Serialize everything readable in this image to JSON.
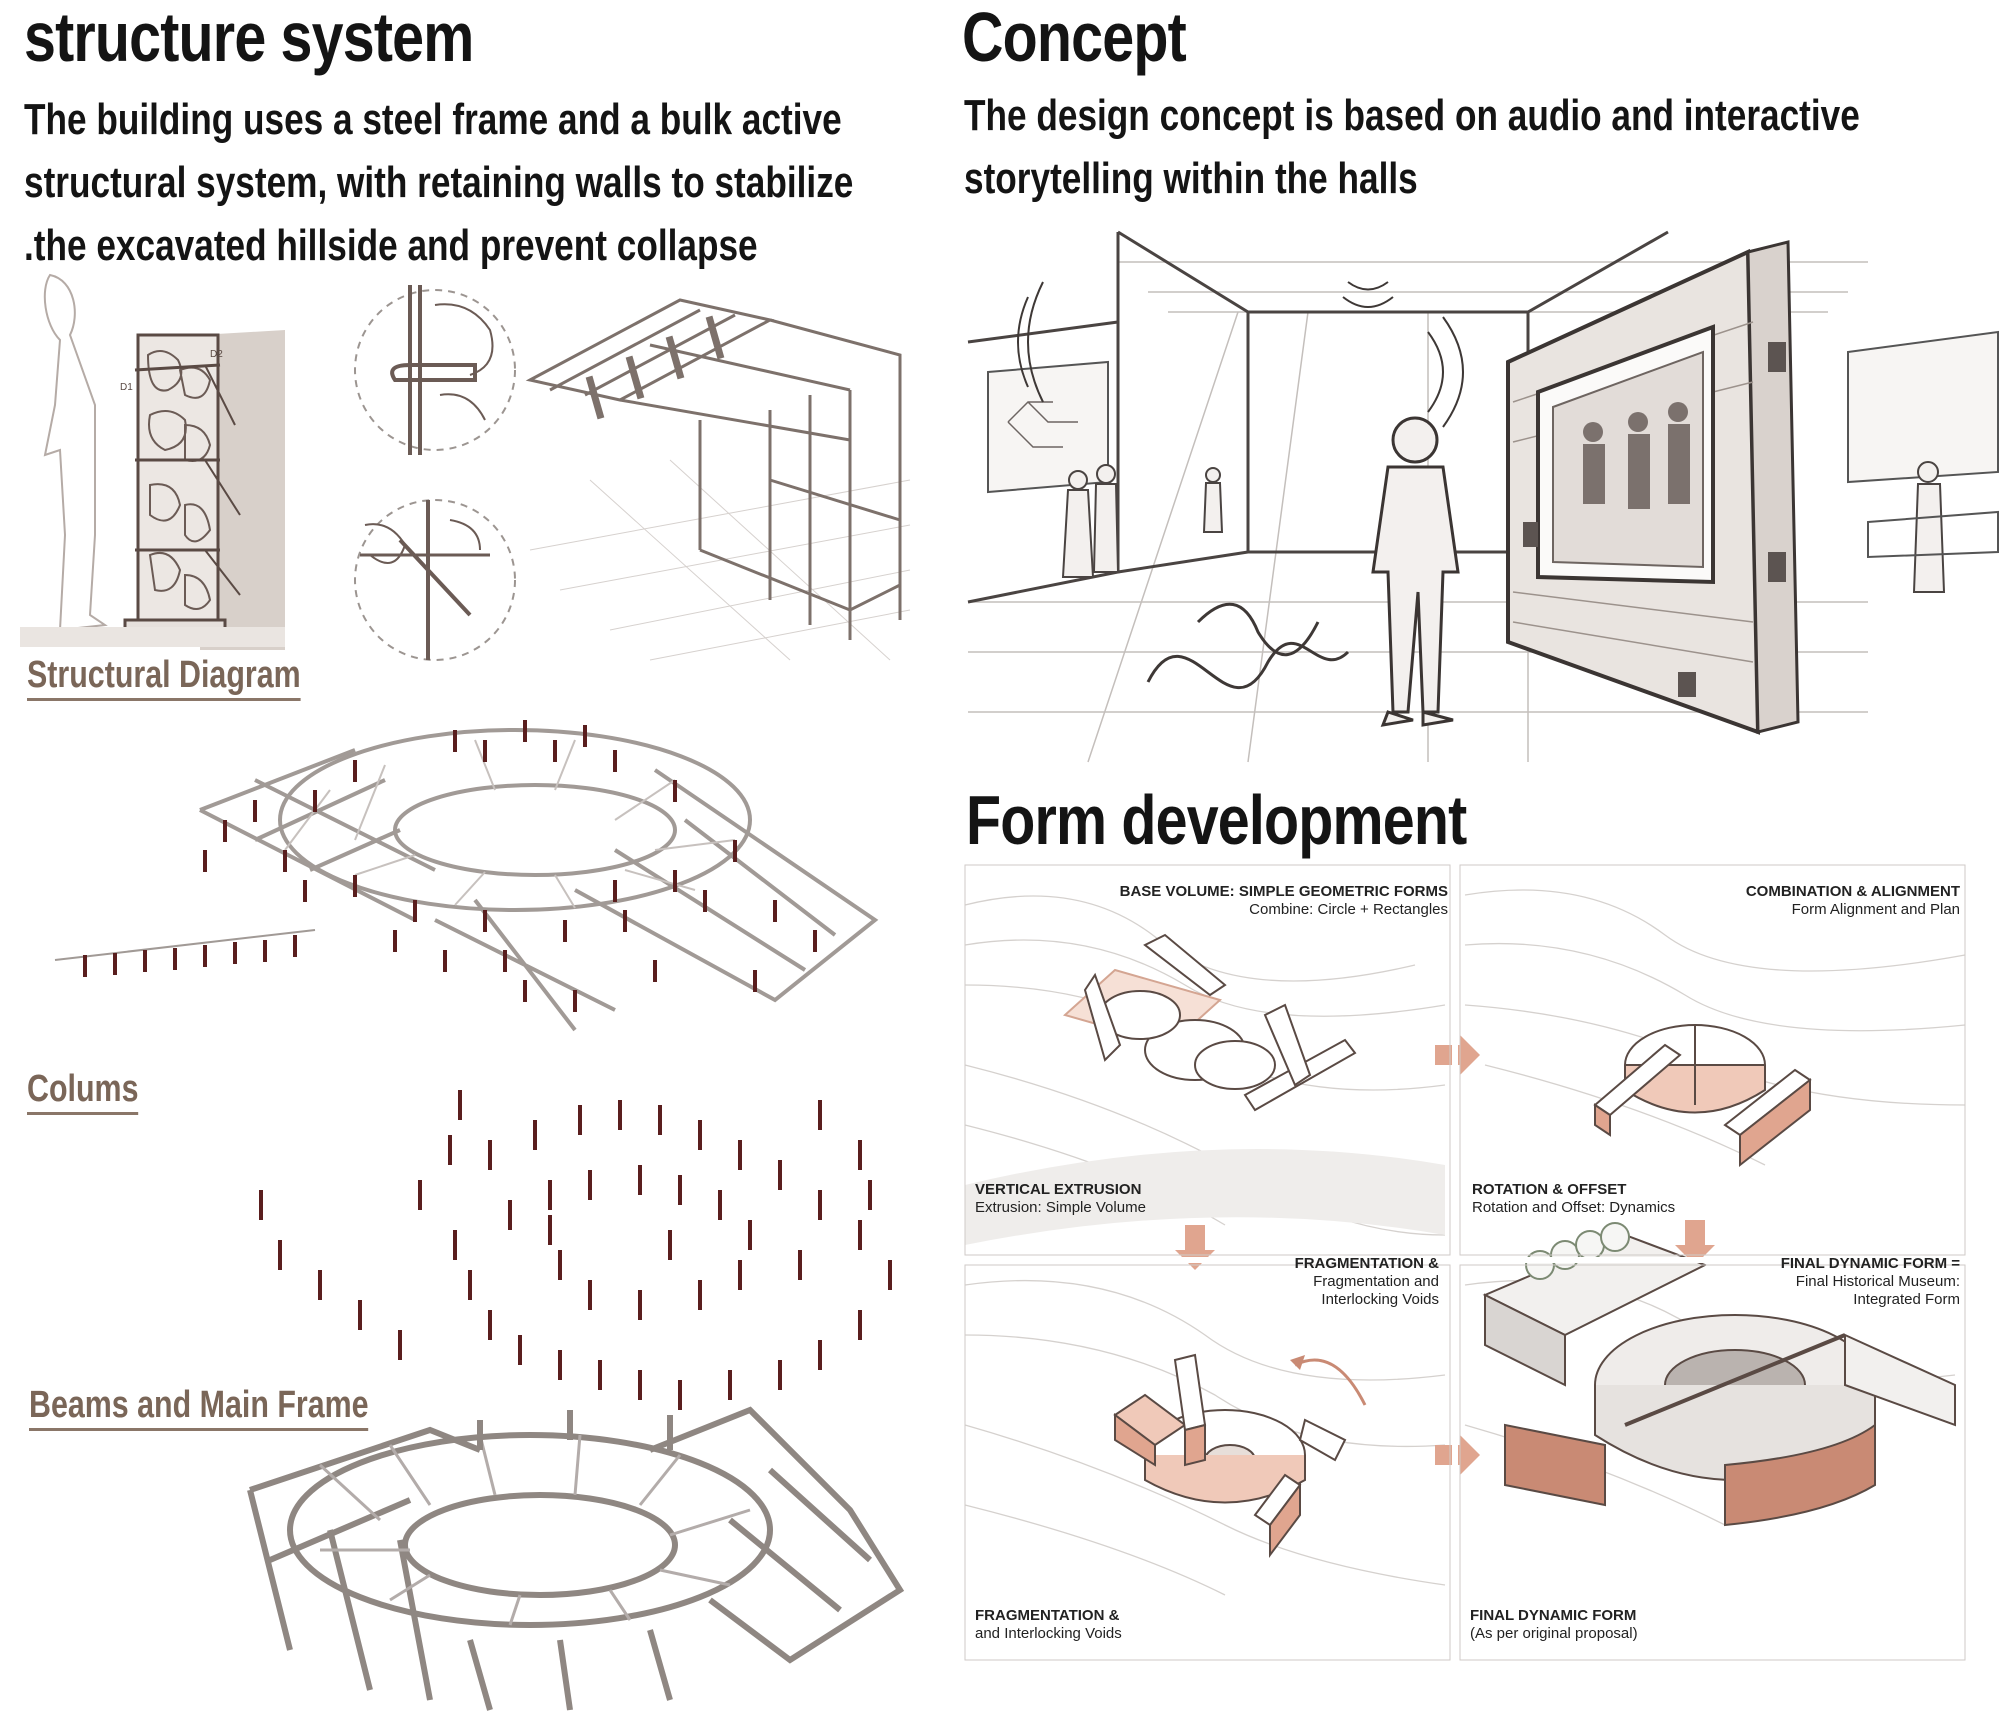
{
  "structure": {
    "title": "structure system",
    "body_lines": [
      "The building uses a steel frame and a bulk active",
      "structural system, with retaining walls to stabilize",
      ".the excavated hillside and prevent collapse"
    ],
    "labels": {
      "structural_diagram": "Structural Diagram",
      "columns": "Colums",
      "beams": "Beams and Main Frame"
    },
    "detail_marks": {
      "d1": "D1",
      "d2": "D2"
    }
  },
  "concept": {
    "title": "Concept",
    "body_lines": [
      "The design concept is based on audio and interactive",
      "storytelling within the halls"
    ]
  },
  "form": {
    "title": "Form development",
    "panels": {
      "p1_title": "BASE VOLUME: SIMPLE GEOMETRIC FORMS",
      "p1_sub": "Combine: Circle + Rectangles",
      "p2_title": "COMBINATION & ALIGNMENT",
      "p2_sub": "Form Alignment and Plan",
      "p3_title": "VERTICAL EXTRUSION",
      "p3_sub": "Extrusion: Simple Volume",
      "p4_title": "ROTATION & OFFSET",
      "p4_sub": "Rotation and Offset: Dynamics",
      "p5_title": "FRAGMENTATION &",
      "p5_sub1": "Fragmentation and",
      "p5_sub2": "Interlocking Voids",
      "p6_title": "FINAL DYNAMIC FORM =",
      "p6_sub1": "Final Historical Museum:",
      "p6_sub2": "Integrated Form",
      "p7_title": "FRAGMENTATION &",
      "p7_sub": "and Interlocking Voids",
      "p8_title": "FINAL DYNAMIC FORM",
      "p8_sub": "(As per original proposal)"
    }
  },
  "colors": {
    "accent_salmon": "#e0a58f",
    "accent_dark_salmon": "#c98a74",
    "column_red": "#5a1e1e",
    "frame_gray": "#8f8782",
    "label_brown": "#7a6658"
  }
}
